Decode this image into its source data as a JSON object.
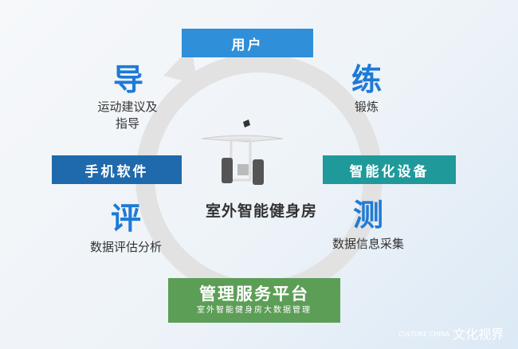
{
  "top_box": {
    "label": "用户",
    "color": "#2f8fd8"
  },
  "left_box": {
    "label": "手机软件",
    "color": "#1f6aad"
  },
  "right_box": {
    "label": "智能化设备",
    "color": "#20999a"
  },
  "bottom_box": {
    "label": "管理服务平台",
    "sublabel": "室外智能健身房大数据管理",
    "color": "#5d9e57"
  },
  "guide": {
    "char": "导",
    "lines": [
      "运动建议及",
      "指导"
    ]
  },
  "train": {
    "char": "练",
    "lines": [
      "锻炼"
    ]
  },
  "evaluate": {
    "char": "评",
    "lines": [
      "数据评估分析"
    ]
  },
  "measure": {
    "char": "测",
    "lines": [
      "数据信息采集"
    ]
  },
  "center_title": "室外智能健身房",
  "watermark": {
    "latin": "CULTURE CHINA",
    "text": "文化视界"
  }
}
